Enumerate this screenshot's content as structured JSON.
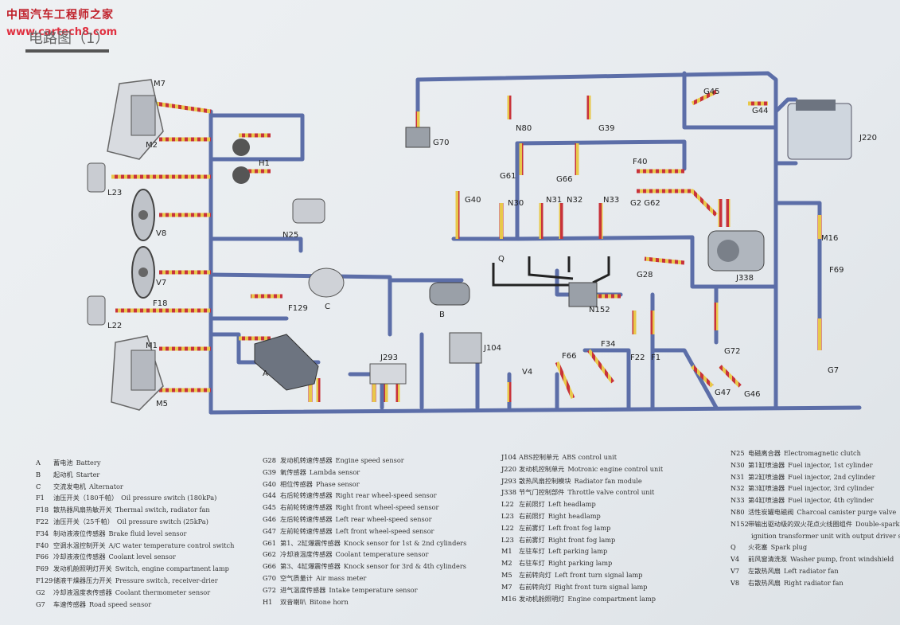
{
  "watermark": {
    "line1": "中国汽车工程师之家",
    "line2": "www.cartech8.com"
  },
  "title": "电路图（1）",
  "labels": {
    "M7": "M7",
    "M2": "M2",
    "L23": "L23",
    "V8": "V8",
    "V7": "V7",
    "F18": "F18",
    "L22": "L22",
    "M1": "M1",
    "M5": "M5",
    "H1": "H1",
    "N25": "N25",
    "F129": "F129",
    "C": "C",
    "A": "A",
    "J293": "J293",
    "B": "B",
    "J104": "J104",
    "V4": "V4",
    "F66": "F66",
    "F34": "F34",
    "F22": "F22",
    "F1": "F1",
    "G70": "G70",
    "N80": "N80",
    "G39": "G39",
    "G45": "G45",
    "G44": "G44",
    "J220": "J220",
    "G61": "G61",
    "G66": "G66",
    "F40": "F40",
    "G2G62": "G2 G62",
    "G40": "G40",
    "N30": "N30",
    "N31": "N31",
    "N32": "N32",
    "N33": "N33",
    "Q": "Q",
    "N152": "N152",
    "G28": "G28",
    "J338": "J338",
    "M16": "M16",
    "F69": "F69",
    "G72": "G72",
    "G47": "G47",
    "G46": "G46",
    "G7": "G7"
  },
  "legend": {
    "col1": [
      {
        "code": "A",
        "zh": "蓄电池",
        "en": "Battery"
      },
      {
        "code": "B",
        "zh": "起动机",
        "en": "Starter"
      },
      {
        "code": "C",
        "zh": "交流发电机",
        "en": "Alternator"
      },
      {
        "code": "F1",
        "zh": "油压开关（180千帕）",
        "en": "Oil pressure switch (180kPa)"
      },
      {
        "code": "F18",
        "zh": "散热器风扇热敏开关",
        "en": "Thermal switch, radiator fan"
      },
      {
        "code": "F22",
        "zh": "油压开关（25千帕）",
        "en": "Oil pressure switch (25kPa)"
      },
      {
        "code": "F34",
        "zh": "制动液液位传感器",
        "en": "Brake fluid level sensor"
      },
      {
        "code": "F40",
        "zh": "空调水温控制开关",
        "en": "A/C water temperature control switch"
      },
      {
        "code": "F66",
        "zh": "冷却液液位传感器",
        "en": "Coolant level sensor"
      },
      {
        "code": "F69",
        "zh": "发动机舱照明灯开关",
        "en": "Switch, engine compartment lamp"
      },
      {
        "code": "F129",
        "zh": "储液干燥器压力开关",
        "en": "Pressure switch, receiver-drier"
      },
      {
        "code": "G2",
        "zh": "冷却液温度表传感器",
        "en": "Coolant thermometer sensor"
      },
      {
        "code": "G7",
        "zh": "车速传感器",
        "en": "Road speed sensor"
      }
    ],
    "col2": [
      {
        "code": "G28",
        "zh": "发动机转速传感器",
        "en": "Engine speed sensor"
      },
      {
        "code": "G39",
        "zh": "氧传感器",
        "en": "Lambda sensor"
      },
      {
        "code": "G40",
        "zh": "相位传感器",
        "en": "Phase sensor"
      },
      {
        "code": "G44",
        "zh": "右后轮转速传感器",
        "en": "Right rear wheel-speed sensor"
      },
      {
        "code": "G45",
        "zh": "右前轮转速传感器",
        "en": "Right front wheel-speed sensor"
      },
      {
        "code": "G46",
        "zh": "左后轮转速传感器",
        "en": "Left rear wheel-speed sensor"
      },
      {
        "code": "G47",
        "zh": "左前轮转速传感器",
        "en": "Left front wheel-speed sensor"
      },
      {
        "code": "G61",
        "zh": "第1、2缸爆震传感器",
        "en": "Knock sensor for 1st & 2nd cylinders"
      },
      {
        "code": "G62",
        "zh": "冷却液温度传感器",
        "en": "Coolant temperature sensor"
      },
      {
        "code": "G66",
        "zh": "第3、4缸爆震传感器",
        "en": "Knock sensor for 3rd & 4th cylinders"
      },
      {
        "code": "G70",
        "zh": "空气质量计",
        "en": "Air mass meter"
      },
      {
        "code": "G72",
        "zh": "进气温度传感器",
        "en": "Intake temperature sensor"
      },
      {
        "code": "H1",
        "zh": "双音喇叭",
        "en": "Bitone horn"
      }
    ],
    "col3": [
      {
        "code": "J104",
        "zh": "ABS控制单元",
        "en": "ABS control unit"
      },
      {
        "code": "J220",
        "zh": "发动机控制单元",
        "en": "Motronic engine control unit"
      },
      {
        "code": "J293",
        "zh": "散热风扇控制模块",
        "en": "Radiator fan module"
      },
      {
        "code": "J338",
        "zh": "节气门控制部件",
        "en": "Throttle valve control unit"
      },
      {
        "code": "L22",
        "zh": "左前照灯",
        "en": "Left headlamp"
      },
      {
        "code": "L23",
        "zh": "右前照灯",
        "en": "Right headlamp"
      },
      {
        "code": "L22",
        "zh": "左前雾灯",
        "en": "Left front fog lamp"
      },
      {
        "code": "L23",
        "zh": "右前雾灯",
        "en": "Right front fog lamp"
      },
      {
        "code": "M1",
        "zh": "左驻车灯",
        "en": "Left parking lamp"
      },
      {
        "code": "M2",
        "zh": "右驻车灯",
        "en": "Right parking lamp"
      },
      {
        "code": "M5",
        "zh": "左前转向灯",
        "en": "Left front turn signal lamp"
      },
      {
        "code": "M7",
        "zh": "右前转向灯",
        "en": "Right front turn signal lamp"
      },
      {
        "code": "M16",
        "zh": "发动机舱照明灯",
        "en": "Engine compartment lamp"
      }
    ],
    "col4": [
      {
        "code": "N25",
        "zh": "电磁离合器",
        "en": "Electromagnetic clutch"
      },
      {
        "code": "N30",
        "zh": "第1缸喷油器",
        "en": "Fuel injector, 1st cylinder"
      },
      {
        "code": "N31",
        "zh": "第2缸喷油器",
        "en": "Fuel injector, 2nd cylinder"
      },
      {
        "code": "N32",
        "zh": "第3缸喷油器",
        "en": "Fuel injector, 3rd cylinder"
      },
      {
        "code": "N33",
        "zh": "第4缸喷油器",
        "en": "Fuel injector, 4th cylinder"
      },
      {
        "code": "N80",
        "zh": "活性炭罐电磁阀",
        "en": "Charcoal canister purge valve"
      },
      {
        "code": "N152",
        "zh": "带输出驱动级的双火花点火线圈组件",
        "en": "Double-spark"
      },
      {
        "code": "",
        "zh": "",
        "en": "ignition transformer unit with output driver stage"
      },
      {
        "code": "Q",
        "zh": "火花塞",
        "en": "Spark plug"
      },
      {
        "code": "V4",
        "zh": "前风窗清洗泵",
        "en": "Washer pump, front windshield"
      },
      {
        "code": "V7",
        "zh": "左散热风扇",
        "en": "Left radiator fan"
      },
      {
        "code": "V8",
        "zh": "右散热风扇",
        "en": "Right radiator fan"
      }
    ]
  },
  "colors": {
    "harness": "#5c6ea8",
    "wire_red": "#c8323a",
    "wire_yellow": "#e8c84a",
    "wire_black": "#222222",
    "component": "#8a8f96"
  }
}
